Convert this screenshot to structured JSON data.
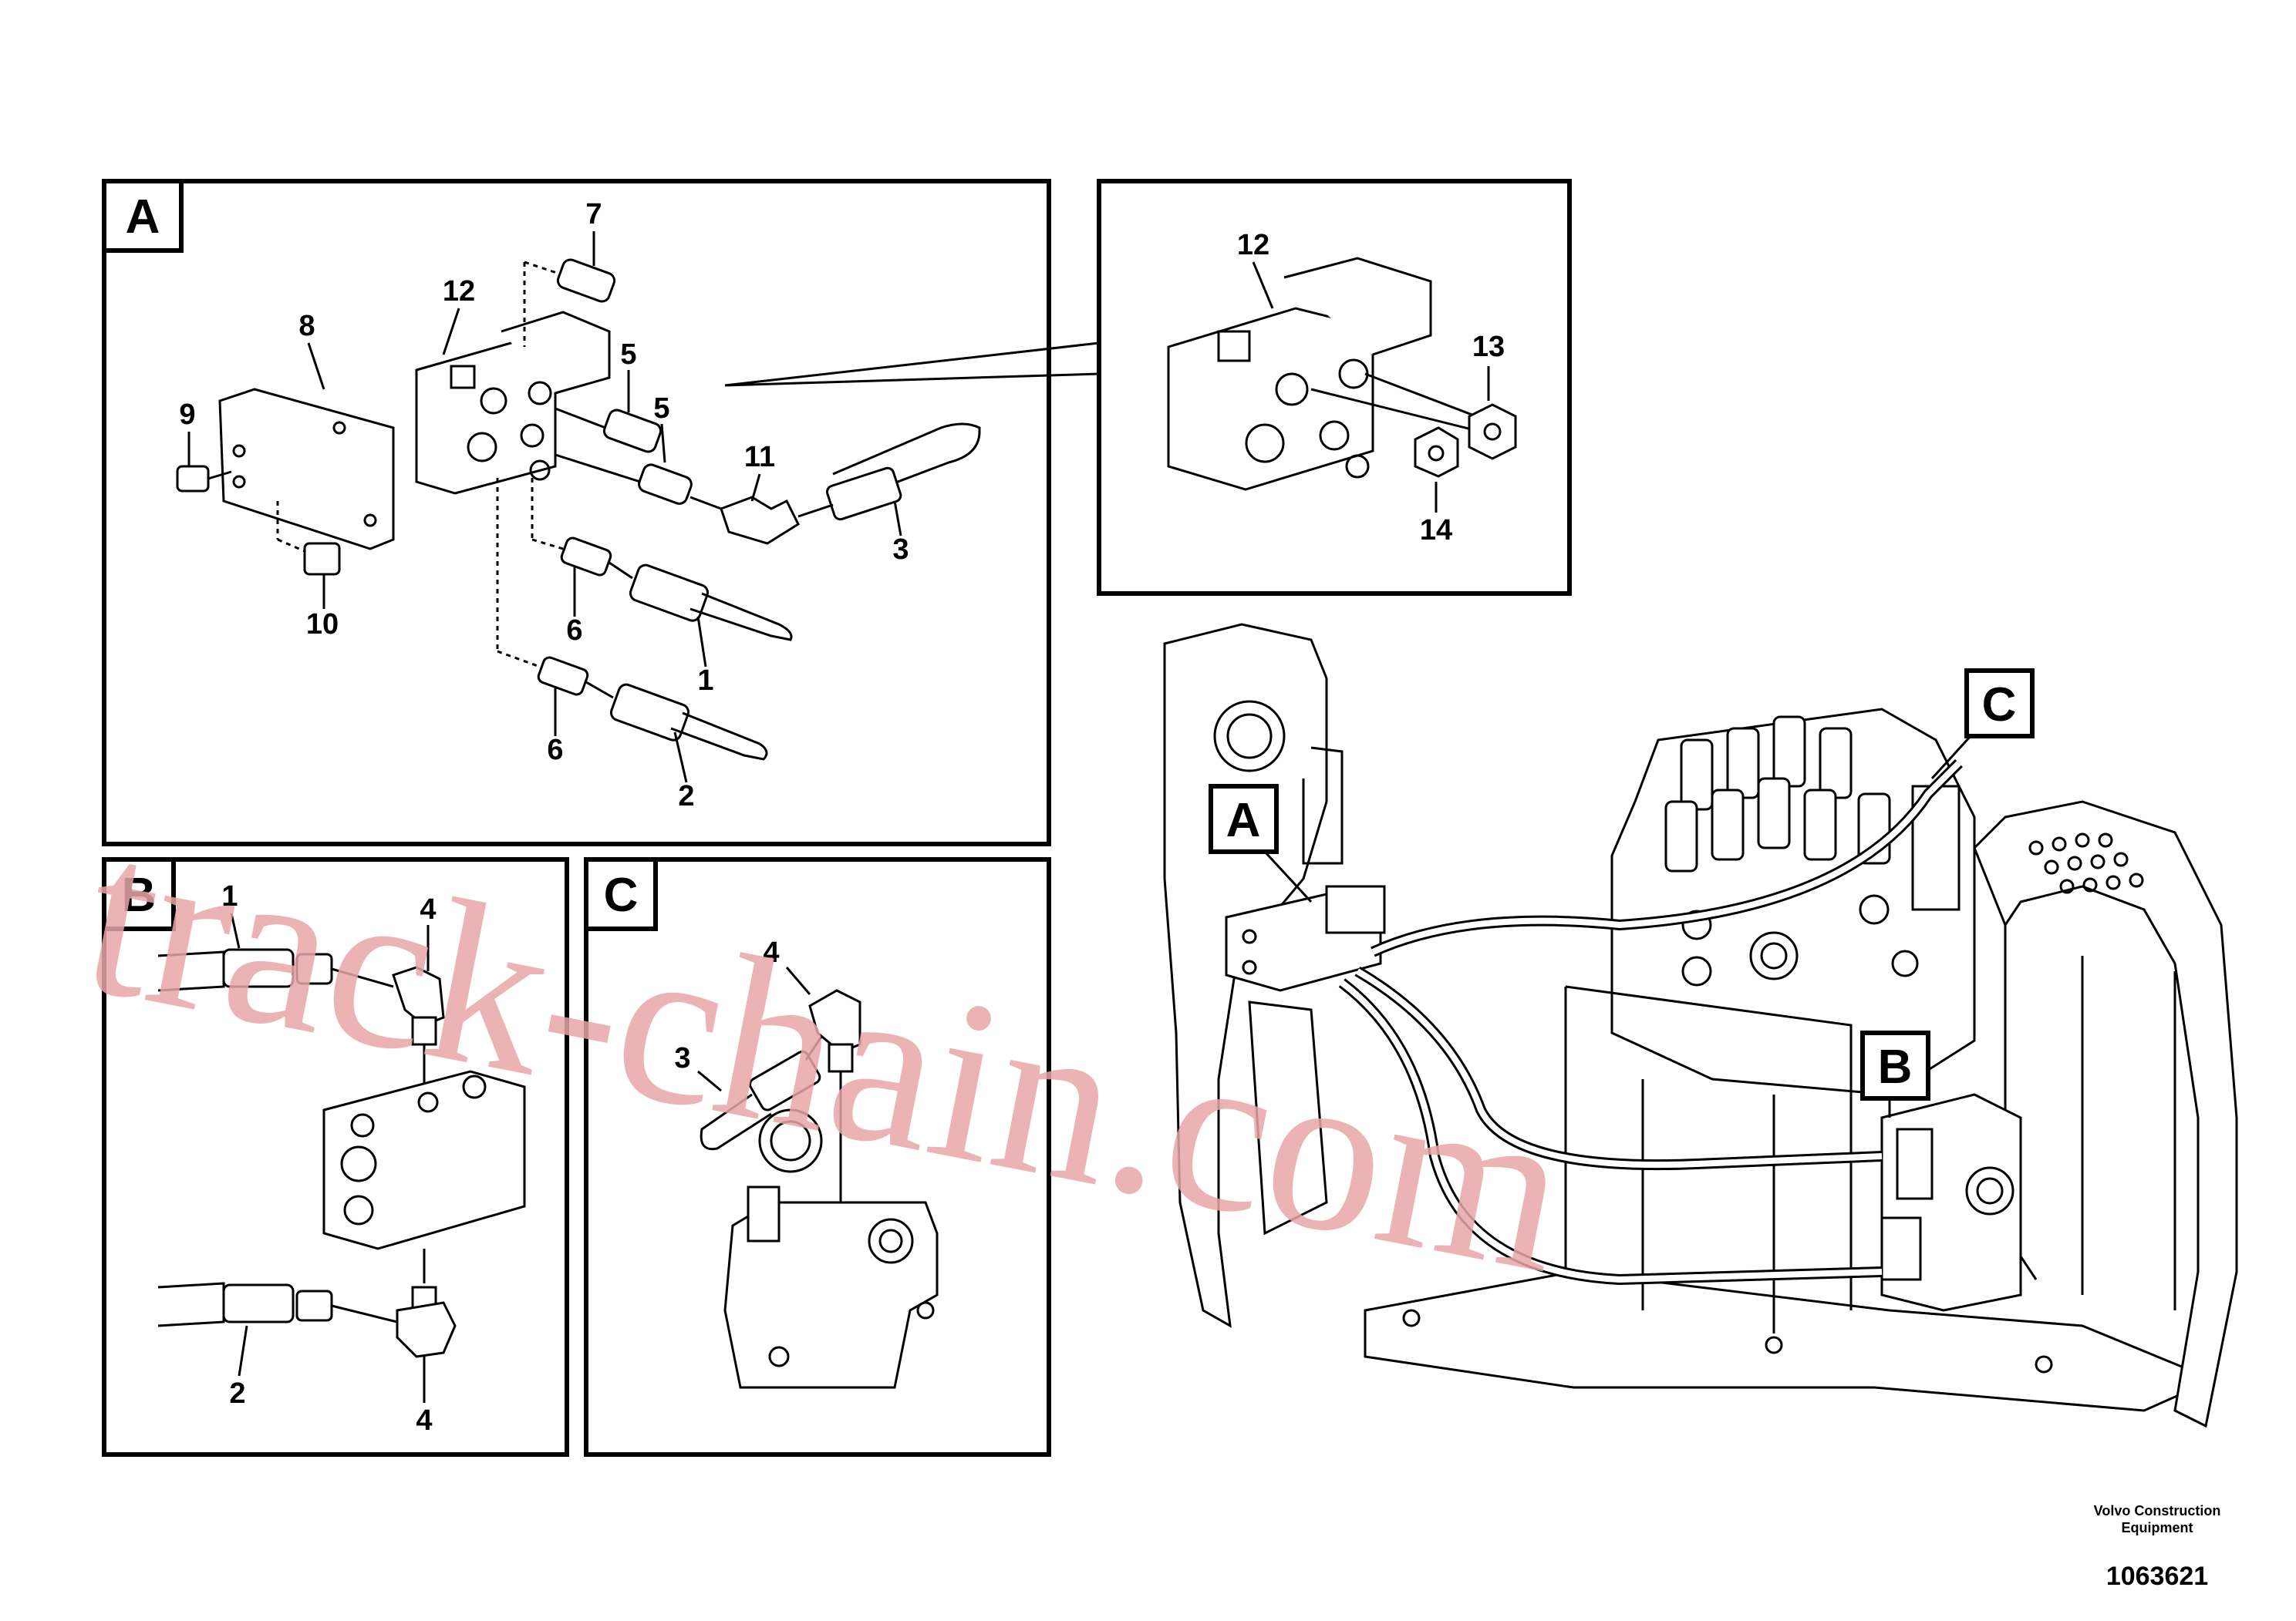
{
  "views": {
    "A": {
      "label": "A",
      "callouts": [
        "7",
        "12",
        "8",
        "9",
        "5",
        "5",
        "11",
        "3",
        "6",
        "1",
        "6",
        "2",
        "10"
      ]
    },
    "detail": {
      "callouts": [
        "12",
        "13",
        "14"
      ]
    },
    "B": {
      "label": "B",
      "callouts": [
        "1",
        "4",
        "2",
        "4"
      ]
    },
    "C": {
      "label": "C",
      "callouts": [
        "4",
        "3"
      ]
    },
    "overview": {
      "flags": [
        "A",
        "B",
        "C"
      ]
    }
  },
  "footer": {
    "company_line1": "Volvo Construction",
    "company_line2": "Equipment",
    "drawing_number": "1063621"
  },
  "watermark": {
    "text": "track-chain.com",
    "color": "#e8a6a6"
  },
  "colors": {
    "line": "#000000",
    "background": "#ffffff"
  }
}
